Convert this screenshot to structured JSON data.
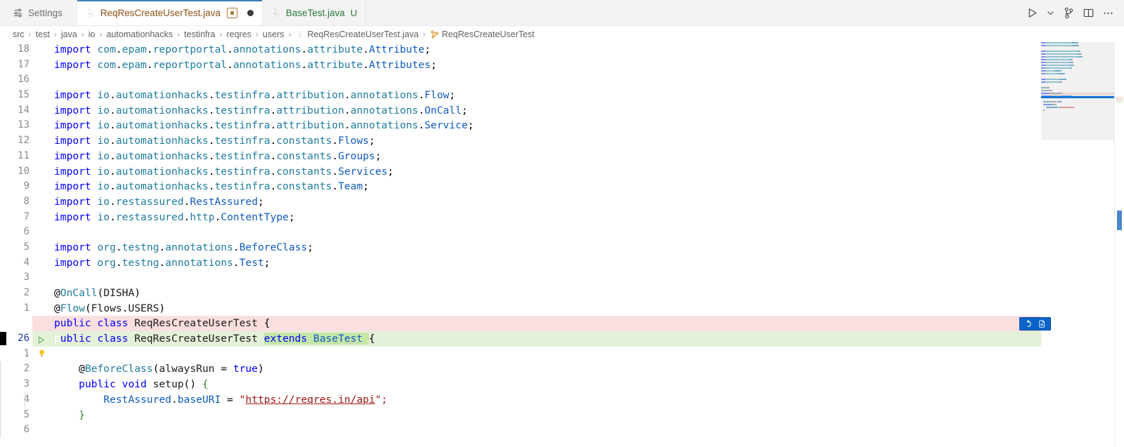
{
  "window": {
    "tabs": [
      {
        "name": "settings-tab",
        "label": "Settings",
        "icon": "settings-sliders-icon",
        "active": false
      },
      {
        "name": "tab-reqrescreateusertest",
        "label": "ReqResCreateUserTest.java",
        "icon": "java-icon",
        "active": true,
        "dirty": true,
        "badge": "diff-editor-badge"
      },
      {
        "name": "tab-basetest",
        "label": "BaseTest.java",
        "icon": "java-icon",
        "active": false,
        "git_status": "U"
      }
    ],
    "actions": [
      {
        "name": "run-button",
        "icon": "run-play-icon",
        "label": "Run"
      },
      {
        "name": "run-options-button",
        "icon": "chevron-down-icon",
        "label": "Run options"
      },
      {
        "name": "source-control-compare-button",
        "icon": "git-branch-icon",
        "label": "Compare changes"
      },
      {
        "name": "split-editor-button",
        "icon": "split-editor-icon",
        "label": "Split Editor Right"
      },
      {
        "name": "more-actions-button",
        "icon": "ellipsis-icon",
        "label": "More Actions..."
      }
    ]
  },
  "breadcrumb": [
    {
      "label": "src",
      "icon": null
    },
    {
      "label": "test",
      "icon": null
    },
    {
      "label": "java",
      "icon": null
    },
    {
      "label": "io",
      "icon": null
    },
    {
      "label": "automationhacks",
      "icon": null
    },
    {
      "label": "testinfra",
      "icon": null
    },
    {
      "label": "reqres",
      "icon": null
    },
    {
      "label": "users",
      "icon": null
    },
    {
      "label": "ReqResCreateUserTest.java",
      "icon": "java-icon"
    },
    {
      "label": "ReqResCreateUserTest",
      "icon": "class-symbol-icon"
    }
  ],
  "breadcrumb_separator": "›",
  "diff_widget": {
    "revert_label": "Revert Change",
    "open_diff_label": "Open Diff"
  },
  "editor": {
    "cursor_line": "26",
    "lines": [
      {
        "num": "18",
        "type": "normal",
        "tokens": [
          {
            "t": "import ",
            "c": "kw"
          },
          {
            "t": "com",
            "c": "pkg"
          },
          {
            "t": ".",
            "c": "punc"
          },
          {
            "t": "epam",
            "c": "pkg"
          },
          {
            "t": ".",
            "c": "punc"
          },
          {
            "t": "reportportal",
            "c": "pkg"
          },
          {
            "t": ".",
            "c": "punc"
          },
          {
            "t": "annotations",
            "c": "pkg"
          },
          {
            "t": ".",
            "c": "punc"
          },
          {
            "t": "attribute",
            "c": "pkg"
          },
          {
            "t": ".",
            "c": "punc"
          },
          {
            "t": "Attribute",
            "c": "kw2"
          },
          {
            "t": ";",
            "c": "punc"
          }
        ]
      },
      {
        "num": "17",
        "type": "normal",
        "tokens": [
          {
            "t": "import ",
            "c": "kw"
          },
          {
            "t": "com",
            "c": "pkg"
          },
          {
            "t": ".",
            "c": "punc"
          },
          {
            "t": "epam",
            "c": "pkg"
          },
          {
            "t": ".",
            "c": "punc"
          },
          {
            "t": "reportportal",
            "c": "pkg"
          },
          {
            "t": ".",
            "c": "punc"
          },
          {
            "t": "annotations",
            "c": "pkg"
          },
          {
            "t": ".",
            "c": "punc"
          },
          {
            "t": "attribute",
            "c": "pkg"
          },
          {
            "t": ".",
            "c": "punc"
          },
          {
            "t": "Attributes",
            "c": "kw2"
          },
          {
            "t": ";",
            "c": "punc"
          }
        ]
      },
      {
        "num": "16",
        "type": "normal",
        "tokens": []
      },
      {
        "num": "15",
        "type": "normal",
        "tokens": [
          {
            "t": "import ",
            "c": "kw"
          },
          {
            "t": "io",
            "c": "pkg"
          },
          {
            "t": ".",
            "c": "punc"
          },
          {
            "t": "automationhacks",
            "c": "pkg"
          },
          {
            "t": ".",
            "c": "punc"
          },
          {
            "t": "testinfra",
            "c": "pkg"
          },
          {
            "t": ".",
            "c": "punc"
          },
          {
            "t": "attribution",
            "c": "pkg"
          },
          {
            "t": ".",
            "c": "punc"
          },
          {
            "t": "annotations",
            "c": "pkg"
          },
          {
            "t": ".",
            "c": "punc"
          },
          {
            "t": "Flow",
            "c": "kw2"
          },
          {
            "t": ";",
            "c": "punc"
          }
        ]
      },
      {
        "num": "14",
        "type": "normal",
        "tokens": [
          {
            "t": "import ",
            "c": "kw"
          },
          {
            "t": "io",
            "c": "pkg"
          },
          {
            "t": ".",
            "c": "punc"
          },
          {
            "t": "automationhacks",
            "c": "pkg"
          },
          {
            "t": ".",
            "c": "punc"
          },
          {
            "t": "testinfra",
            "c": "pkg"
          },
          {
            "t": ".",
            "c": "punc"
          },
          {
            "t": "attribution",
            "c": "pkg"
          },
          {
            "t": ".",
            "c": "punc"
          },
          {
            "t": "annotations",
            "c": "pkg"
          },
          {
            "t": ".",
            "c": "punc"
          },
          {
            "t": "OnCall",
            "c": "kw2"
          },
          {
            "t": ";",
            "c": "punc"
          }
        ]
      },
      {
        "num": "13",
        "type": "normal",
        "tokens": [
          {
            "t": "import ",
            "c": "kw"
          },
          {
            "t": "io",
            "c": "pkg"
          },
          {
            "t": ".",
            "c": "punc"
          },
          {
            "t": "automationhacks",
            "c": "pkg"
          },
          {
            "t": ".",
            "c": "punc"
          },
          {
            "t": "testinfra",
            "c": "pkg"
          },
          {
            "t": ".",
            "c": "punc"
          },
          {
            "t": "attribution",
            "c": "pkg"
          },
          {
            "t": ".",
            "c": "punc"
          },
          {
            "t": "annotations",
            "c": "pkg"
          },
          {
            "t": ".",
            "c": "punc"
          },
          {
            "t": "Service",
            "c": "kw2"
          },
          {
            "t": ";",
            "c": "punc"
          }
        ]
      },
      {
        "num": "12",
        "type": "normal",
        "tokens": [
          {
            "t": "import ",
            "c": "kw"
          },
          {
            "t": "io",
            "c": "pkg"
          },
          {
            "t": ".",
            "c": "punc"
          },
          {
            "t": "automationhacks",
            "c": "pkg"
          },
          {
            "t": ".",
            "c": "punc"
          },
          {
            "t": "testinfra",
            "c": "pkg"
          },
          {
            "t": ".",
            "c": "punc"
          },
          {
            "t": "constants",
            "c": "pkg"
          },
          {
            "t": ".",
            "c": "punc"
          },
          {
            "t": "Flows",
            "c": "kw2"
          },
          {
            "t": ";",
            "c": "punc"
          }
        ]
      },
      {
        "num": "11",
        "type": "normal",
        "tokens": [
          {
            "t": "import ",
            "c": "kw"
          },
          {
            "t": "io",
            "c": "pkg"
          },
          {
            "t": ".",
            "c": "punc"
          },
          {
            "t": "automationhacks",
            "c": "pkg"
          },
          {
            "t": ".",
            "c": "punc"
          },
          {
            "t": "testinfra",
            "c": "pkg"
          },
          {
            "t": ".",
            "c": "punc"
          },
          {
            "t": "constants",
            "c": "pkg"
          },
          {
            "t": ".",
            "c": "punc"
          },
          {
            "t": "Groups",
            "c": "kw2"
          },
          {
            "t": ";",
            "c": "punc"
          }
        ]
      },
      {
        "num": "10",
        "type": "normal",
        "tokens": [
          {
            "t": "import ",
            "c": "kw"
          },
          {
            "t": "io",
            "c": "pkg"
          },
          {
            "t": ".",
            "c": "punc"
          },
          {
            "t": "automationhacks",
            "c": "pkg"
          },
          {
            "t": ".",
            "c": "punc"
          },
          {
            "t": "testinfra",
            "c": "pkg"
          },
          {
            "t": ".",
            "c": "punc"
          },
          {
            "t": "constants",
            "c": "pkg"
          },
          {
            "t": ".",
            "c": "punc"
          },
          {
            "t": "Services",
            "c": "kw2"
          },
          {
            "t": ";",
            "c": "punc"
          }
        ]
      },
      {
        "num": "9",
        "type": "normal",
        "tokens": [
          {
            "t": "import ",
            "c": "kw"
          },
          {
            "t": "io",
            "c": "pkg"
          },
          {
            "t": ".",
            "c": "punc"
          },
          {
            "t": "automationhacks",
            "c": "pkg"
          },
          {
            "t": ".",
            "c": "punc"
          },
          {
            "t": "testinfra",
            "c": "pkg"
          },
          {
            "t": ".",
            "c": "punc"
          },
          {
            "t": "constants",
            "c": "pkg"
          },
          {
            "t": ".",
            "c": "punc"
          },
          {
            "t": "Team",
            "c": "kw2"
          },
          {
            "t": ";",
            "c": "punc"
          }
        ]
      },
      {
        "num": "8",
        "type": "normal",
        "tokens": [
          {
            "t": "import ",
            "c": "kw"
          },
          {
            "t": "io",
            "c": "pkg"
          },
          {
            "t": ".",
            "c": "punc"
          },
          {
            "t": "restassured",
            "c": "pkg"
          },
          {
            "t": ".",
            "c": "punc"
          },
          {
            "t": "RestAssured",
            "c": "kw2"
          },
          {
            "t": ";",
            "c": "punc"
          }
        ]
      },
      {
        "num": "7",
        "type": "normal",
        "tokens": [
          {
            "t": "import ",
            "c": "kw"
          },
          {
            "t": "io",
            "c": "pkg"
          },
          {
            "t": ".",
            "c": "punc"
          },
          {
            "t": "restassured",
            "c": "pkg"
          },
          {
            "t": ".",
            "c": "punc"
          },
          {
            "t": "http",
            "c": "pkg"
          },
          {
            "t": ".",
            "c": "punc"
          },
          {
            "t": "ContentType",
            "c": "kw2"
          },
          {
            "t": ";",
            "c": "punc"
          }
        ]
      },
      {
        "num": "6",
        "type": "normal",
        "tokens": []
      },
      {
        "num": "5",
        "type": "normal",
        "tokens": [
          {
            "t": "import ",
            "c": "kw"
          },
          {
            "t": "org",
            "c": "pkg"
          },
          {
            "t": ".",
            "c": "punc"
          },
          {
            "t": "testng",
            "c": "pkg"
          },
          {
            "t": ".",
            "c": "punc"
          },
          {
            "t": "annotations",
            "c": "pkg"
          },
          {
            "t": ".",
            "c": "punc"
          },
          {
            "t": "BeforeClass",
            "c": "kw2"
          },
          {
            "t": ";",
            "c": "punc"
          }
        ]
      },
      {
        "num": "4",
        "type": "normal",
        "tokens": [
          {
            "t": "import ",
            "c": "kw"
          },
          {
            "t": "org",
            "c": "pkg"
          },
          {
            "t": ".",
            "c": "punc"
          },
          {
            "t": "testng",
            "c": "pkg"
          },
          {
            "t": ".",
            "c": "punc"
          },
          {
            "t": "annotations",
            "c": "pkg"
          },
          {
            "t": ".",
            "c": "punc"
          },
          {
            "t": "Test",
            "c": "kw2"
          },
          {
            "t": ";",
            "c": "punc"
          }
        ]
      },
      {
        "num": "3",
        "type": "normal",
        "tokens": []
      },
      {
        "num": "2",
        "type": "normal",
        "tokens": [
          {
            "t": "@",
            "c": "punc"
          },
          {
            "t": "OnCall",
            "c": "ann"
          },
          {
            "t": "(",
            "c": "punc"
          },
          {
            "t": "DISHA",
            "c": "ident"
          },
          {
            "t": ")",
            "c": "punc"
          }
        ]
      },
      {
        "num": "1",
        "type": "normal",
        "tokens": [
          {
            "t": "@",
            "c": "punc"
          },
          {
            "t": "Flow",
            "c": "ann"
          },
          {
            "t": "(",
            "c": "punc"
          },
          {
            "t": "Flows",
            "c": "ident"
          },
          {
            "t": ".",
            "c": "punc"
          },
          {
            "t": "USERS",
            "c": "ident"
          },
          {
            "t": ")",
            "c": "punc"
          }
        ]
      },
      {
        "num": "",
        "type": "del",
        "tokens": [
          {
            "t": "public class ",
            "c": "kw"
          },
          {
            "t": "ReqResCreateUserTest ",
            "c": "ident"
          },
          {
            "t": "{",
            "c": "punc"
          }
        ]
      },
      {
        "num": "26",
        "type": "add",
        "cursor": true,
        "run_gutter": true,
        "tokens": [
          {
            "t": "p",
            "c": "cursorch"
          },
          {
            "t": "ublic class ",
            "c": "kw"
          },
          {
            "t": "ReqResCreateUserTest ",
            "c": "ident"
          },
          {
            "t": "extends ",
            "c": "kw wordadd"
          },
          {
            "t": "BaseTest ",
            "c": "kw2 wordadd"
          },
          {
            "t": "{",
            "c": "punc"
          }
        ]
      },
      {
        "num": "1",
        "type": "normal",
        "bulb": true,
        "tokens": []
      },
      {
        "num": "2",
        "type": "normal",
        "indent": 1,
        "tokens": [
          {
            "t": "    @",
            "c": "punc"
          },
          {
            "t": "BeforeClass",
            "c": "ann"
          },
          {
            "t": "(",
            "c": "punc"
          },
          {
            "t": "alwaysRun",
            "c": "ident"
          },
          {
            "t": " = ",
            "c": "punc"
          },
          {
            "t": "true",
            "c": "kw"
          },
          {
            "t": ")",
            "c": "punc"
          }
        ]
      },
      {
        "num": "3",
        "type": "normal",
        "indent": 1,
        "tokens": [
          {
            "t": "    ",
            "c": "punc"
          },
          {
            "t": "public void ",
            "c": "kw"
          },
          {
            "t": "setup",
            "c": "ident"
          },
          {
            "t": "() ",
            "c": "punc"
          },
          {
            "t": "{",
            "c": "brace"
          }
        ]
      },
      {
        "num": "4",
        "type": "normal",
        "indent": 2,
        "tokens": [
          {
            "t": "        ",
            "c": "punc"
          },
          {
            "t": "RestAssured",
            "c": "kw2"
          },
          {
            "t": ".",
            "c": "punc"
          },
          {
            "t": "baseURI",
            "c": "kw2"
          },
          {
            "t": " = ",
            "c": "punc"
          },
          {
            "t": "\"",
            "c": "str"
          },
          {
            "t": "https://reqres.in/api",
            "c": "link"
          },
          {
            "t": "\";",
            "c": "str"
          }
        ]
      },
      {
        "num": "5",
        "type": "normal",
        "indent": 1,
        "tokens": [
          {
            "t": "    ",
            "c": "punc"
          },
          {
            "t": "}",
            "c": "brace"
          }
        ]
      },
      {
        "num": "6",
        "type": "normal",
        "indent": 1,
        "tokens": []
      }
    ]
  },
  "colors": {
    "diff_removed_bg": "#fbdfdf",
    "diff_added_bg": "#e4f0d8",
    "diff_added_word_bg": "#c6e6a8",
    "accent_blue": "#0a64c8",
    "active_tab_text": "#8a5216",
    "untracked_text": "#2c7a39",
    "tab_top_border": "#3d7eb8"
  }
}
